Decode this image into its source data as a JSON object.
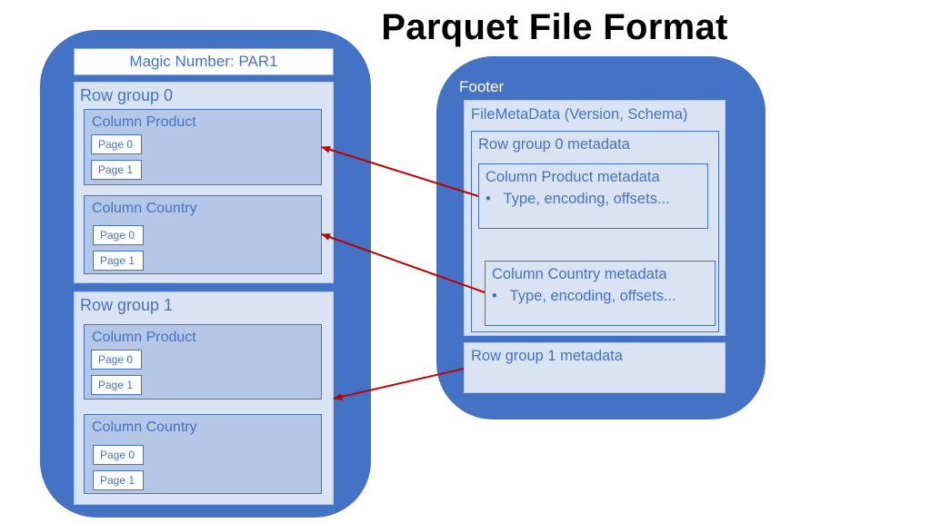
{
  "title": "Parquet File Format",
  "colors": {
    "container": "#4472c4",
    "light_box": "#dae3f3",
    "column_box": "#b4c7e7",
    "arrow": "#c00000"
  },
  "file": {
    "magic": "Magic Number: PAR1",
    "row_groups": [
      {
        "label": "Row group 0",
        "columns": [
          {
            "label": "Column Product",
            "pages": [
              "Page 0",
              "Page 1"
            ]
          },
          {
            "label": "Column Country",
            "pages": [
              "Page 0",
              "Page 1"
            ]
          }
        ]
      },
      {
        "label": "Row group 1",
        "columns": [
          {
            "label": "Column Product",
            "pages": [
              "Page 0",
              "Page 1"
            ]
          },
          {
            "label": "Column Country",
            "pages": [
              "Page 0",
              "Page 1"
            ]
          }
        ]
      }
    ]
  },
  "footer": {
    "label": "Footer",
    "filemetadata": "FileMetaData (Version, Schema)",
    "rowgroup0_meta": {
      "label": "Row group 0 metadata",
      "product_meta": {
        "label": "Column Product metadata",
        "bullet": "Type, encoding, offsets..."
      },
      "country_meta": {
        "label": "Column Country metadata",
        "bullet": "Type, encoding, offsets..."
      }
    },
    "rowgroup1_meta": {
      "label": "Row group 1 metadata"
    }
  }
}
